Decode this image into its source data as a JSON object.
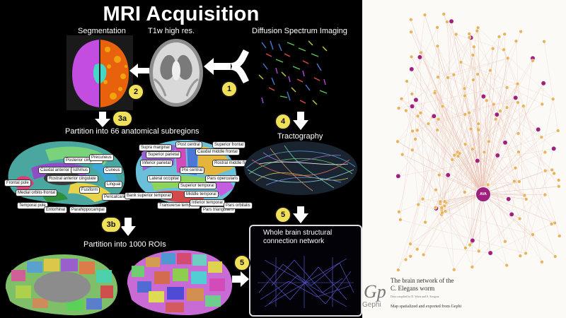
{
  "title": "MRI Acquisition",
  "labels": {
    "segmentation": "Segmentation",
    "t1w": "T1w high res.",
    "dsi": "Diffusion Spectrum Imaging",
    "partition66": "Partition into 66 anatomical subregions",
    "tractography": "Tractography",
    "partition1000": "Partition into 1000 ROIs",
    "network_line1": "Whole brain structural",
    "network_line2": "connection network"
  },
  "badges": {
    "b1": "1",
    "b2": "2",
    "b3a": "3a",
    "b3b": "3b",
    "b4": "4",
    "b5a": "5",
    "b5b": "5"
  },
  "regions": {
    "left": [
      "Frontal pole",
      "Medial orbito-frontal",
      "Rostral anterior cingulate",
      "Caudal anterior cingulate",
      "Posterior cingulate",
      "Isthmus",
      "Precuneus",
      "Cuneus",
      "Lingual",
      "Pericalcarine",
      "Temporal pole",
      "Entorhinal",
      "Parahippocampal",
      "Fusiform"
    ],
    "right": [
      "Supra marginal",
      "Superior parietal",
      "Inferior parietal",
      "Lateral occipital",
      "Post central",
      "Pre central",
      "Caudal middle frontal",
      "Superior frontal",
      "Rostral middle frontal",
      "Bank superior temporal",
      "Transverse temporal",
      "Superior temporal",
      "Middle temporal",
      "Inferior temporal",
      "Pars opercularis",
      "Pars triangularis",
      "Pars orbitalis"
    ]
  },
  "gephi": {
    "title_line1": "The brain network of the",
    "title_line2": "C. Elegans worm",
    "small": "Data compiled by D. Watts and S. Strogatz",
    "foot": "Map spatialized and exported from Gephi",
    "logo": "Gp",
    "wordmark": "Gephi",
    "hub_label": "AVA"
  },
  "colors": {
    "node_orange": "#e8b35a",
    "node_purple": "#a0207e",
    "edge": "#e7b6a6",
    "badge": "#f1e05a"
  }
}
